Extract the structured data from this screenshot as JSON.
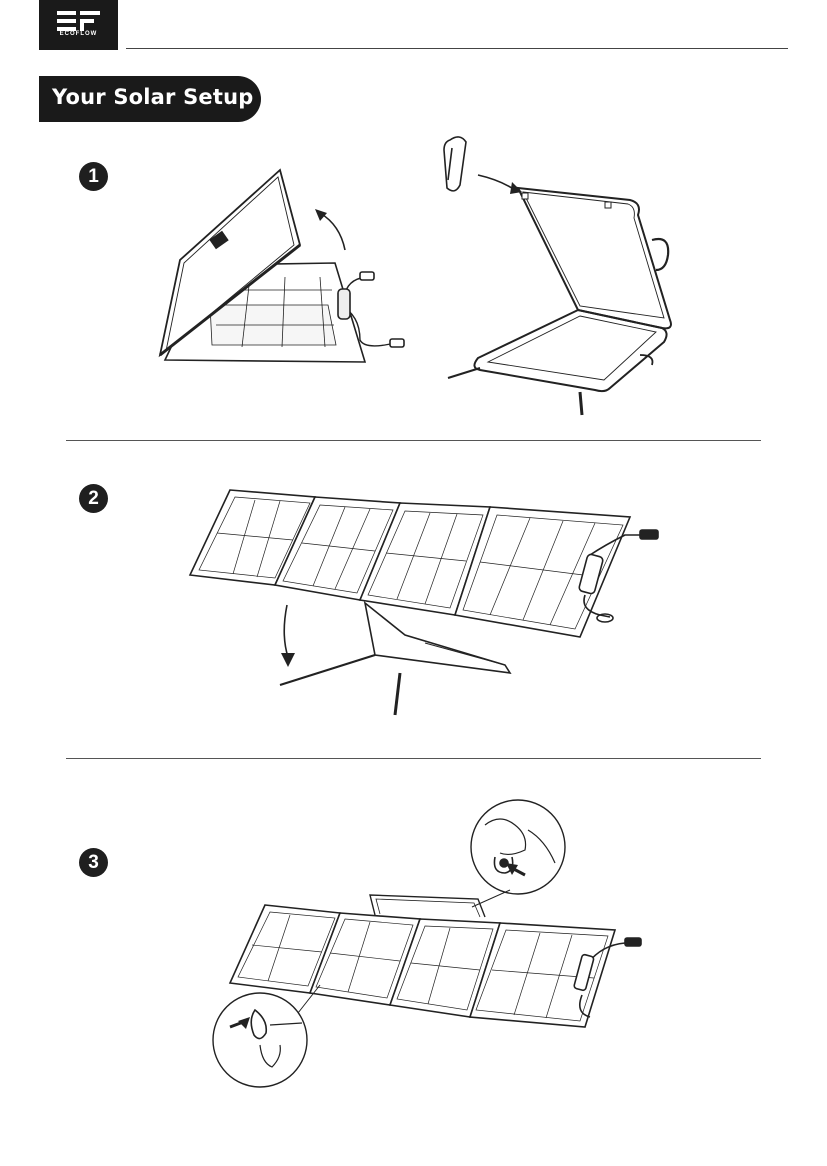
{
  "header": {
    "logo_text": "ECOFLOW"
  },
  "section": {
    "title": "Your Solar Setup"
  },
  "steps": [
    {
      "number": "1"
    },
    {
      "number": "2"
    },
    {
      "number": "3"
    }
  ]
}
